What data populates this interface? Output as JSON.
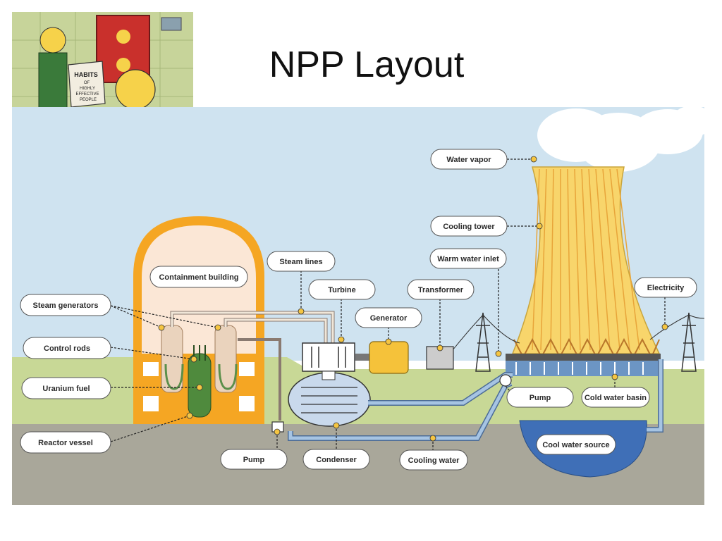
{
  "slide": {
    "title": "NPP Layout"
  },
  "cartoon": {
    "book_text": [
      "HABITS",
      "OF",
      "HIGHLY",
      "EFFECTIVE",
      "PEOPLE"
    ]
  },
  "diagram": {
    "labels": {
      "water_vapor": "Water vapor",
      "cooling_tower": "Cooling tower",
      "warm_water_inlet": "Warm water inlet",
      "steam_lines": "Steam lines",
      "containment_building": "Containment building",
      "turbine": "Turbine",
      "transformer": "Transformer",
      "electricity": "Electricity",
      "steam_generators": "Steam generators",
      "generator": "Generator",
      "control_rods": "Control rods",
      "uranium_fuel": "Uranium fuel",
      "pump_right": "Pump",
      "cold_water_basin": "Cold water basin",
      "reactor_vessel": "Reactor vessel",
      "cool_water_source": "Cool water source",
      "pump_left": "Pump",
      "condenser": "Condenser",
      "cooling_water": "Cooling water"
    },
    "colors": {
      "sky": "#cfe3f0",
      "grass": "#c8d896",
      "ground": "#a9a79a",
      "containment": "#f5a623",
      "tower": "#f8d56b",
      "water": "#7aa6d6",
      "steam_pipe": "#f0e6d8"
    }
  }
}
